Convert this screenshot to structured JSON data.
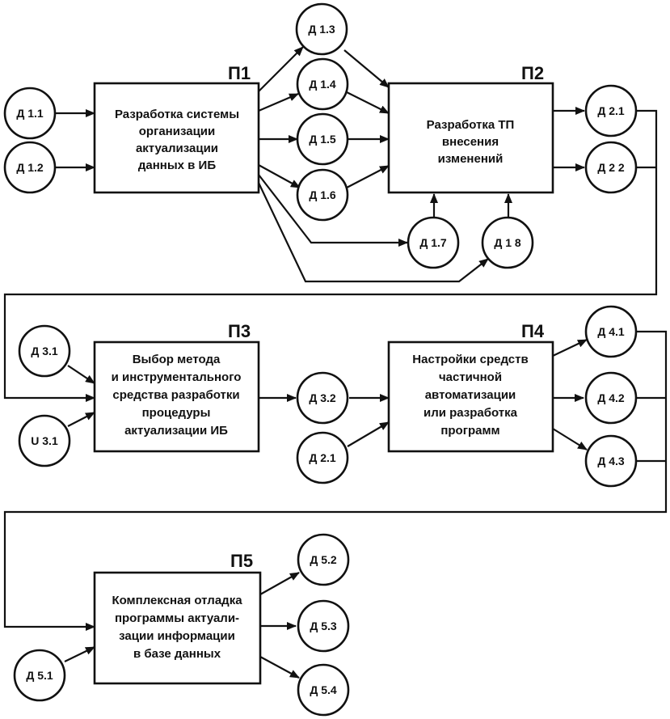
{
  "processes": {
    "p1": {
      "label": "П1",
      "lines": [
        "Разработка системы",
        "организации",
        "актуализации",
        "данных в ИБ"
      ]
    },
    "p2": {
      "label": "П2",
      "lines": [
        "Разработка ТП",
        "внесения",
        "изменений"
      ]
    },
    "p3": {
      "label": "П3",
      "lines": [
        "Выбор метода",
        "и инструментального",
        "средства разработки",
        "процедуры",
        "актуализации ИБ"
      ]
    },
    "p4": {
      "label": "П4",
      "lines": [
        "Настройки средств",
        "частичной",
        "автоматизации",
        "или разработка",
        "программ"
      ]
    },
    "p5": {
      "label": "П5",
      "lines": [
        "Комплексная отладка",
        "программы актуали-",
        "зации информации",
        "в базе данных"
      ]
    }
  },
  "data_nodes": {
    "d11": "Д 1.1",
    "d12": "Д 1.2",
    "d13": "Д 1.3",
    "d14": "Д 1.4",
    "d15": "Д 1.5",
    "d16": "Д 1.6",
    "d17": "Д 1.7",
    "d18": "Д 1 8",
    "d21": "Д 2.1",
    "d22": "Д 2 2",
    "d31": "Д 3.1",
    "u31": "U 3.1",
    "d32": "Д 3.2",
    "d21b": "Д 2.1",
    "d41": "Д 4.1",
    "d42": "Д 4.2",
    "d43": "Д 4.3",
    "d51": "Д 5.1",
    "d52": "Д 5.2",
    "d53": "Д 5.3",
    "d54": "Д 5.4"
  }
}
